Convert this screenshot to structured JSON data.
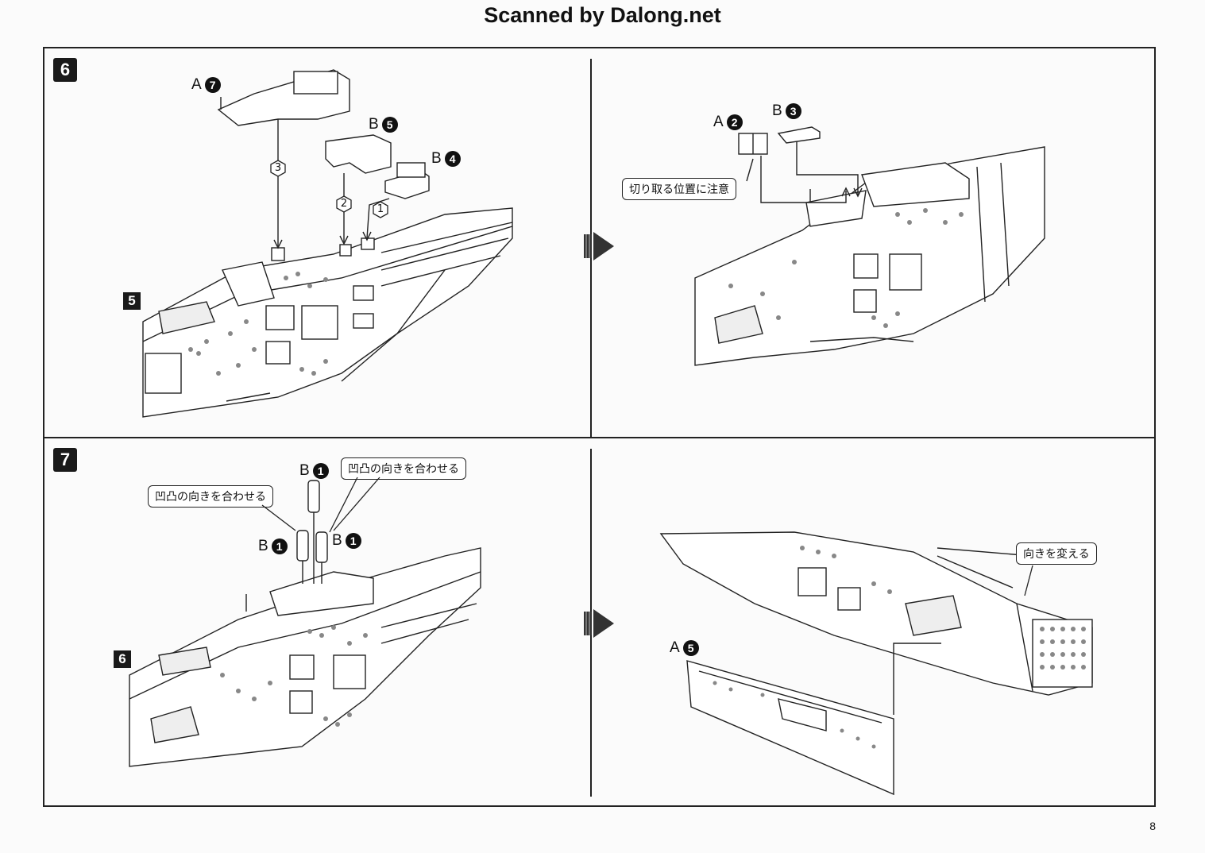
{
  "header": {
    "title": "Scanned by Dalong.net"
  },
  "page": {
    "number": "8"
  },
  "steps": {
    "s6": {
      "label": "6",
      "sub_ref": "5"
    },
    "s7": {
      "label": "7",
      "sub_ref": "6"
    }
  },
  "parts": {
    "a7": {
      "letter": "A",
      "num": "7"
    },
    "b5": {
      "letter": "B",
      "num": "5"
    },
    "b4": {
      "letter": "B",
      "num": "4"
    },
    "a2": {
      "letter": "A",
      "num": "2"
    },
    "b3": {
      "letter": "B",
      "num": "3"
    },
    "b1_top": {
      "letter": "B",
      "num": "1"
    },
    "b1_left": {
      "letter": "B",
      "num": "1"
    },
    "b1_right": {
      "letter": "B",
      "num": "1"
    },
    "a5": {
      "letter": "A",
      "num": "5"
    }
  },
  "order": {
    "o1": "1",
    "o2": "2",
    "o3": "3"
  },
  "callouts": {
    "cut_note": "切り取る位置に注意",
    "align_right": "凹凸の向きを合わせる",
    "align_left": "凹凸の向きを合わせる",
    "rotate": "向きを変える"
  }
}
